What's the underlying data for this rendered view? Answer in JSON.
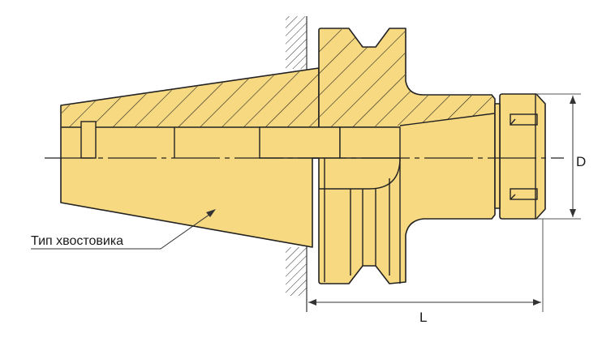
{
  "labels": {
    "shank_type": "Тип хвостовика",
    "dimension_d": "D",
    "dimension_l": "L"
  },
  "colors": {
    "body_fill": "#f7d981",
    "outline": "#222222",
    "dimension_line": "#555555"
  }
}
